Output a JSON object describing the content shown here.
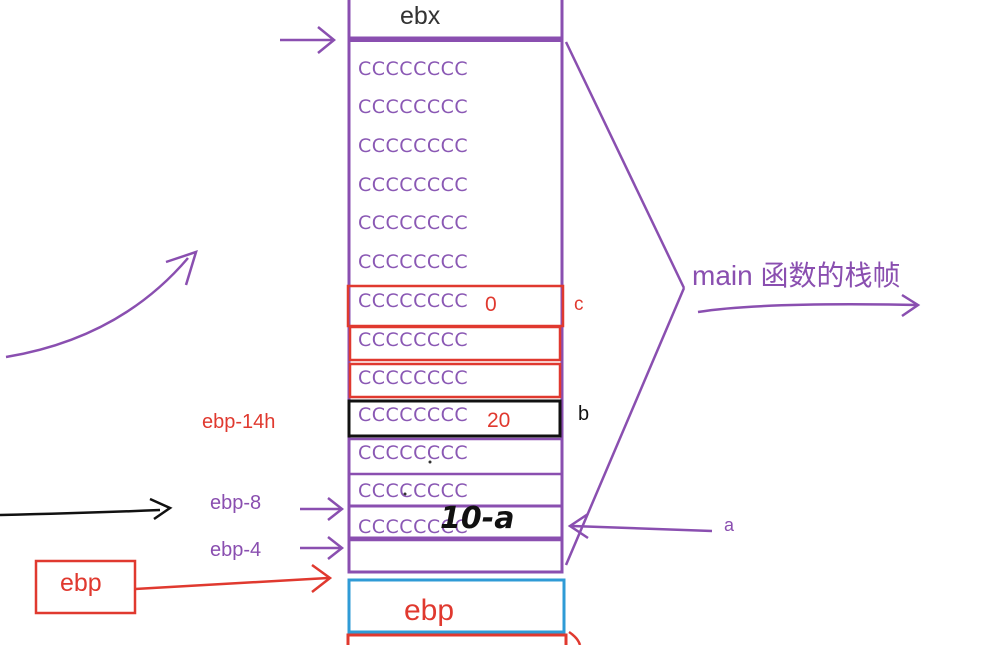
{
  "stack": {
    "top_register": "ebx",
    "cells": [
      "CCCCCCCC",
      "CCCCCCCC",
      "CCCCCCCC",
      "CCCCCCCC",
      "CCCCCCCC",
      "CCCCCCCC",
      "CCCCCCCC",
      "CCCCCCCC",
      "CCCCCCCC",
      "CCCCCCCC",
      "CCCCCCCC",
      "CCCCCCCC",
      "CCCCCCCC"
    ],
    "value_c": "0",
    "value_b": "20",
    "value_a": "10-a",
    "bottom_register": "ebp"
  },
  "annotations": {
    "frame_label": "main 函数的栈帧",
    "var_c": "c",
    "var_b": "b",
    "var_a": "a",
    "offset_14h": "ebp-14h",
    "offset_8": "ebp-8",
    "offset_4": "ebp-4",
    "ebp_box": "ebp"
  },
  "colors": {
    "purple": "#8a4fb0",
    "red": "#e0392f",
    "black": "#111111",
    "blue": "#2f9bd6"
  }
}
